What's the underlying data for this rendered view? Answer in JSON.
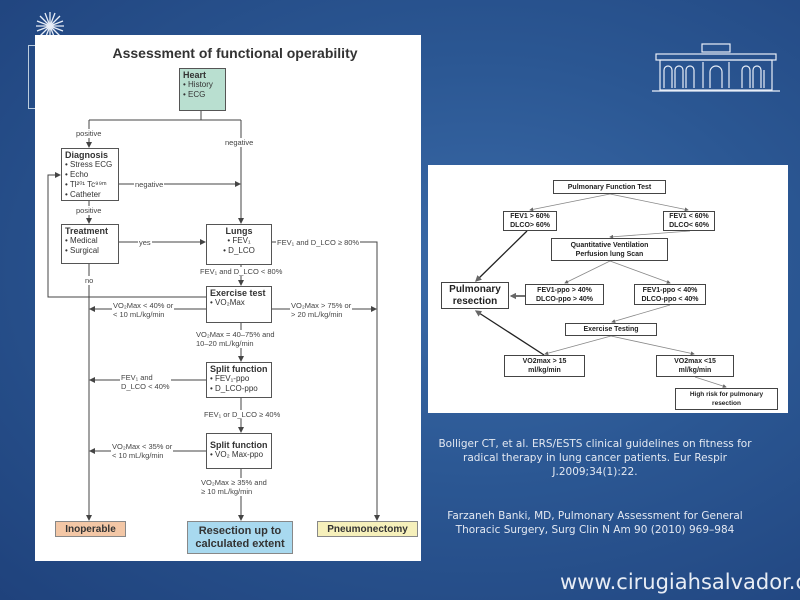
{
  "left_diagram": {
    "title": "Assessment of functional operability",
    "heart": {
      "title": "Heart",
      "items": [
        "• History",
        "• ECG"
      ]
    },
    "diagnosis": {
      "title": "Diagnosis",
      "items": [
        "• Stress ECG",
        "• Echo",
        "• Tl²⁰¹ Tc⁹⁹ᵐ",
        "• Catheter"
      ]
    },
    "treatment": {
      "title": "Treatment",
      "items": [
        "• Medical",
        "• Surgical"
      ]
    },
    "lungs": {
      "title": "Lungs",
      "items": [
        "• FEV₁",
        "• D_LCO"
      ]
    },
    "exercise": {
      "title": "Exercise test",
      "items": [
        "• VO₂Max"
      ]
    },
    "split1": {
      "title": "Split function",
      "items": [
        "• FEV₁-ppo",
        "• D_LCO-ppo"
      ]
    },
    "split2": {
      "title": "Split function",
      "items": [
        "• VO₂ Max-ppo"
      ]
    },
    "labels": {
      "positive1": "positive",
      "negative1": "negative",
      "negative2": "negative",
      "positive2": "positive",
      "yes": "yes",
      "no": "no",
      "lungs_high": "FEV₁ and D_LCO ≥ 80%",
      "lungs_low": "FEV₁ and D_LCO < 80%",
      "ex_low_1": "VO₂Max  < 40% or",
      "ex_low_2": "< 10 mL/kg/min",
      "ex_high_1": "VO₂Max  > 75% or",
      "ex_high_2": "> 20 mL/kg/min",
      "ex_mid_1": "VO₂Max  = 40–75% and",
      "ex_mid_2": "10–20 mL/kg/min",
      "s1_low_1": "FEV₁ and",
      "s1_low_2": "D_LCO < 40%",
      "s1_high": "FEV₁ or D_LCO ≥ 40%",
      "s2_low_1": "VO₂Max  < 35% or",
      "s2_low_2": "< 10 mL/kg/min",
      "s2_high_1": "VO₂Max  ≥ 35% and",
      "s2_high_2": "≥ 10 mL/kg/min"
    },
    "outcomes": {
      "inoperable": "Inoperable",
      "resection": [
        "Resection up to",
        "calculated extent"
      ],
      "pneumonectomy": "Pneumonectomy"
    },
    "colors": {
      "heart": "#b9dfd0",
      "inoperable": "#f3c7a6",
      "resection": "#a8d9ef",
      "pneumonectomy": "#f6f0bb"
    }
  },
  "right_diagram": {
    "pft": "Pulmonary Function Test",
    "fev_high": [
      "FEV1 > 60%",
      "DLCO> 60%"
    ],
    "fev_low": [
      "FEV1 < 60%",
      "DLCO< 60%"
    ],
    "scan": [
      "Quantitative Ventilation",
      "Perfusion lung Scan"
    ],
    "resection": [
      "Pulmonary",
      "resection"
    ],
    "ppo_high": [
      "FEV1-ppo  > 40%",
      "DLCO-ppo > 40%"
    ],
    "ppo_low": [
      "FEV1-ppo  < 40%",
      "DLCO-ppo < 40%"
    ],
    "exercise": "Exercise Testing",
    "vo2_high": [
      "VO2max > 15",
      "ml/kg/min"
    ],
    "vo2_low": [
      "VO2max <15",
      "ml/kg/min"
    ],
    "high_risk": [
      "High risk for pulmonary",
      "resection"
    ]
  },
  "references": [
    "Bolliger CT, et al. ERS/ESTS clinical guidelines on fitness for radical therapy in lung cancer patients.  Eur Respir J.2009;34(1):22.",
    "Farzaneh Banki, MD, Pulmonary Assessment  for General Thoracic Surgery, Surg Clin N Am 90 (2010) 969–984"
  ],
  "website": "www.cirugiahsalvador.cl",
  "icons": {
    "top_left": "starburst-logo-icon",
    "top_right": "hospital-building-logo-icon"
  }
}
